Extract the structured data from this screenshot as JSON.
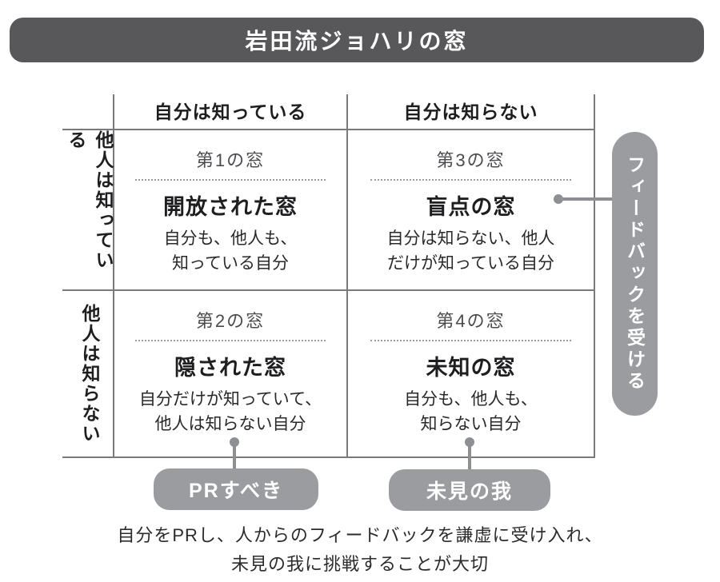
{
  "title": "岩田流ジョハリの窓",
  "matrix": {
    "col_headers": [
      "自分は知っている",
      "自分は知らない"
    ],
    "row_headers": [
      "他人は知っている",
      "他人は知らない"
    ],
    "quadrants": [
      {
        "number": "第1の窓",
        "name": "開放された窓",
        "description": "自分も、他人も、\n知っている自分"
      },
      {
        "number": "第3の窓",
        "name": "盲点の窓",
        "description": "自分は知らない、他人\nだけが知っている自分"
      },
      {
        "number": "第2の窓",
        "name": "隠された窓",
        "description": "自分だけが知っていて、\n他人は知らない自分"
      },
      {
        "number": "第4の窓",
        "name": "未知の窓",
        "description": "自分も、他人も、\n知らない自分"
      }
    ]
  },
  "callouts": {
    "feedback": "フィードバックを受ける",
    "pr": "PRすべき",
    "miken": "未見の我"
  },
  "caption": "自分をPRし、人からのフィードバックを謙虚に受け入れ、\n未見の我に挑戦することが大切",
  "colors": {
    "bar": "#58585a",
    "pill": "#9b9ca0",
    "connector": "#8e8f93",
    "line": "#7a7a7d",
    "ink": "#1e1e20",
    "num": "#4b4b4f"
  }
}
